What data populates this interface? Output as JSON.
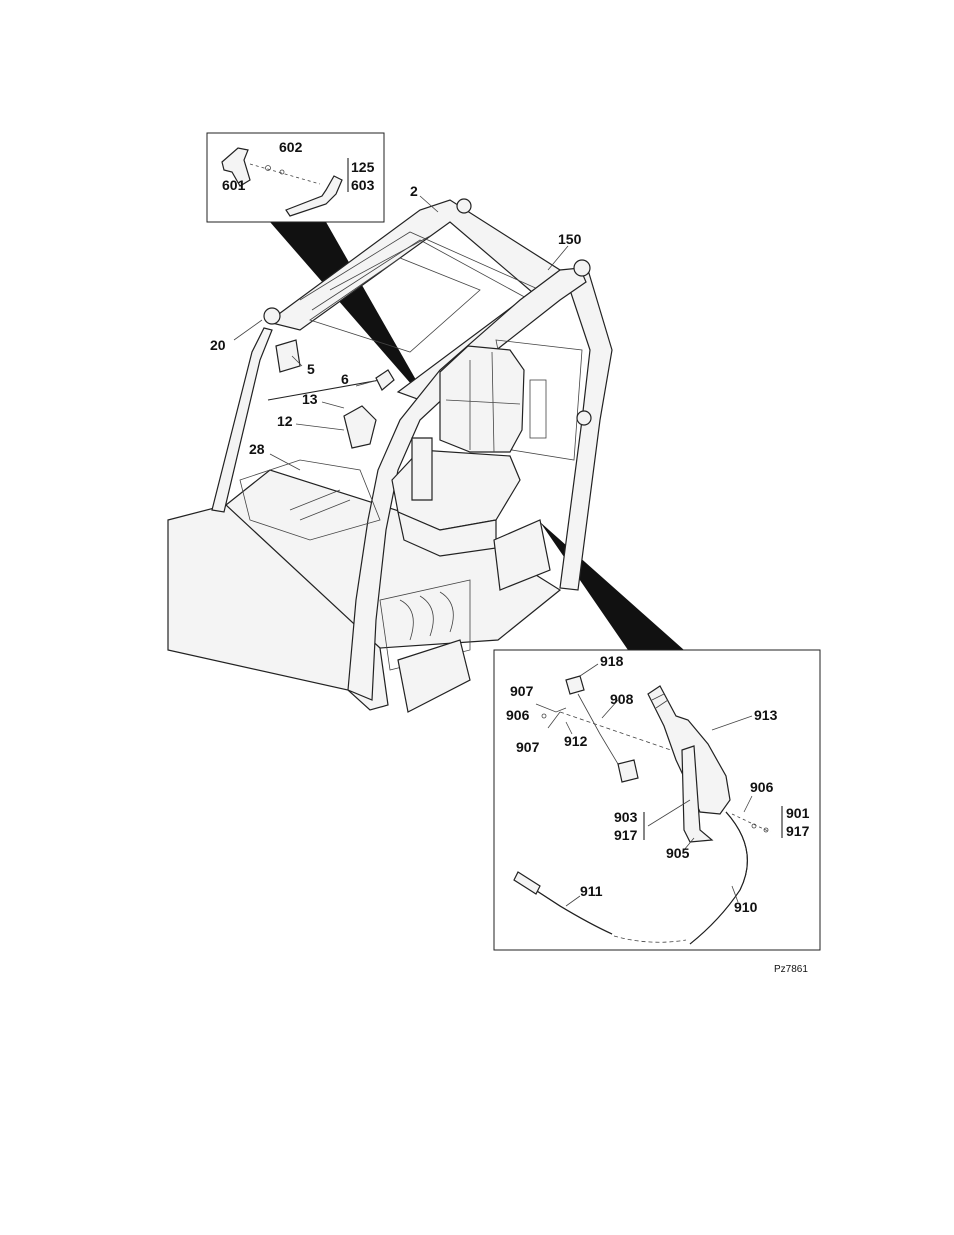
{
  "figure_id": "Pz7861",
  "callouts": {
    "c602": "602",
    "c125": "125",
    "c603": "603",
    "c601": "601",
    "c2": "2",
    "c150": "150",
    "c20": "20",
    "c5": "5",
    "c6": "6",
    "c13": "13",
    "c12": "12",
    "c28": "28",
    "c918": "918",
    "c907a": "907",
    "c908": "908",
    "c906a": "906",
    "c913": "913",
    "c907b": "907",
    "c912": "912",
    "c906b": "906",
    "c901": "901",
    "c903": "903",
    "c917a": "917",
    "c917b": "917",
    "c905": "905",
    "c910": "910",
    "c911": "911"
  }
}
